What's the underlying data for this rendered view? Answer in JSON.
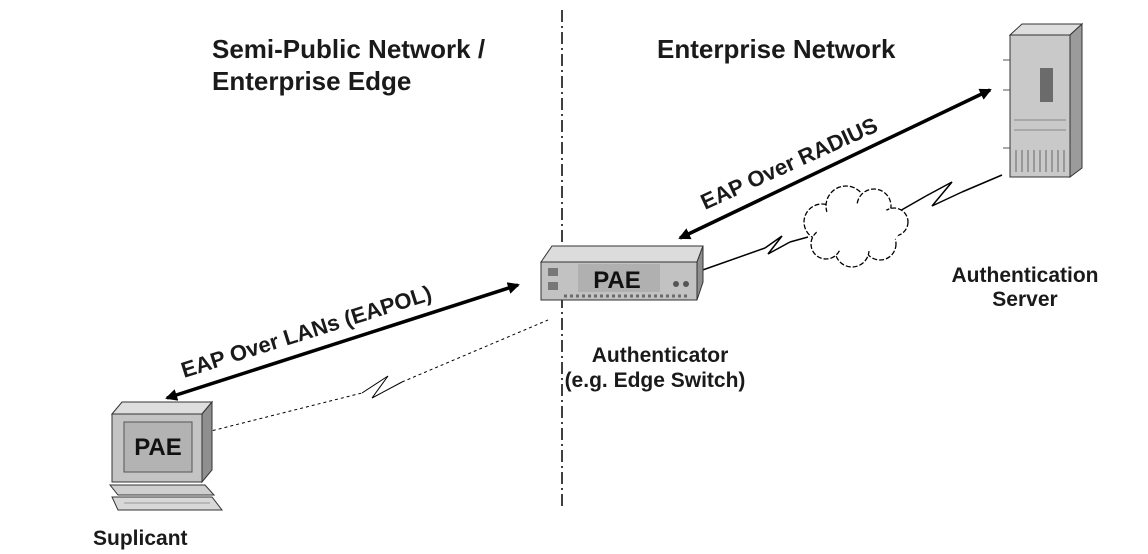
{
  "zones": {
    "left_line1": "Semi-Public Network /",
    "left_line2": "Enterprise Edge",
    "right": "Enterprise Network"
  },
  "links": {
    "eapol": "EAP Over LANs (EAPOL)",
    "radius": "EAP Over RADIUS"
  },
  "devices": {
    "supplicant": {
      "pae": "PAE",
      "label": "Suplicant",
      "icon": "computer-icon"
    },
    "authenticator": {
      "pae": "PAE",
      "label_line1": "Authenticator",
      "label_line2": "(e.g. Edge Switch)",
      "icon": "switch-icon"
    },
    "server": {
      "label_line1": "Authentication",
      "label_line2": "Server",
      "icon": "server-icon"
    }
  },
  "icons": [
    "cloud-icon",
    "lightning-icon"
  ],
  "colors": {
    "device_body": "#c4c4c4",
    "device_dark": "#8a8a8a",
    "line": "#000000"
  }
}
